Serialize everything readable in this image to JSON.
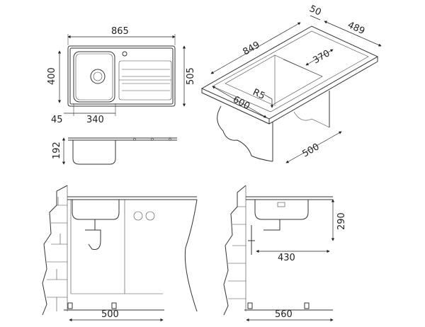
{
  "top_view": {
    "width": "865",
    "depth": "400",
    "overall_depth": "505",
    "offset": "45",
    "bowl_width": "340"
  },
  "side_view": {
    "height": "192"
  },
  "isometric": {
    "rim": "50",
    "depth": "489",
    "length": "849",
    "bowl": "370",
    "radius": "R5",
    "cutout": "600",
    "cabinet": "500"
  },
  "front_section": {
    "cabinet_width": "500"
  },
  "side_section": {
    "bowl_depth": "290",
    "drain_offset": "430",
    "cabinet_depth": "560"
  },
  "colors": {
    "line": "#333333",
    "background": "#ffffff"
  }
}
